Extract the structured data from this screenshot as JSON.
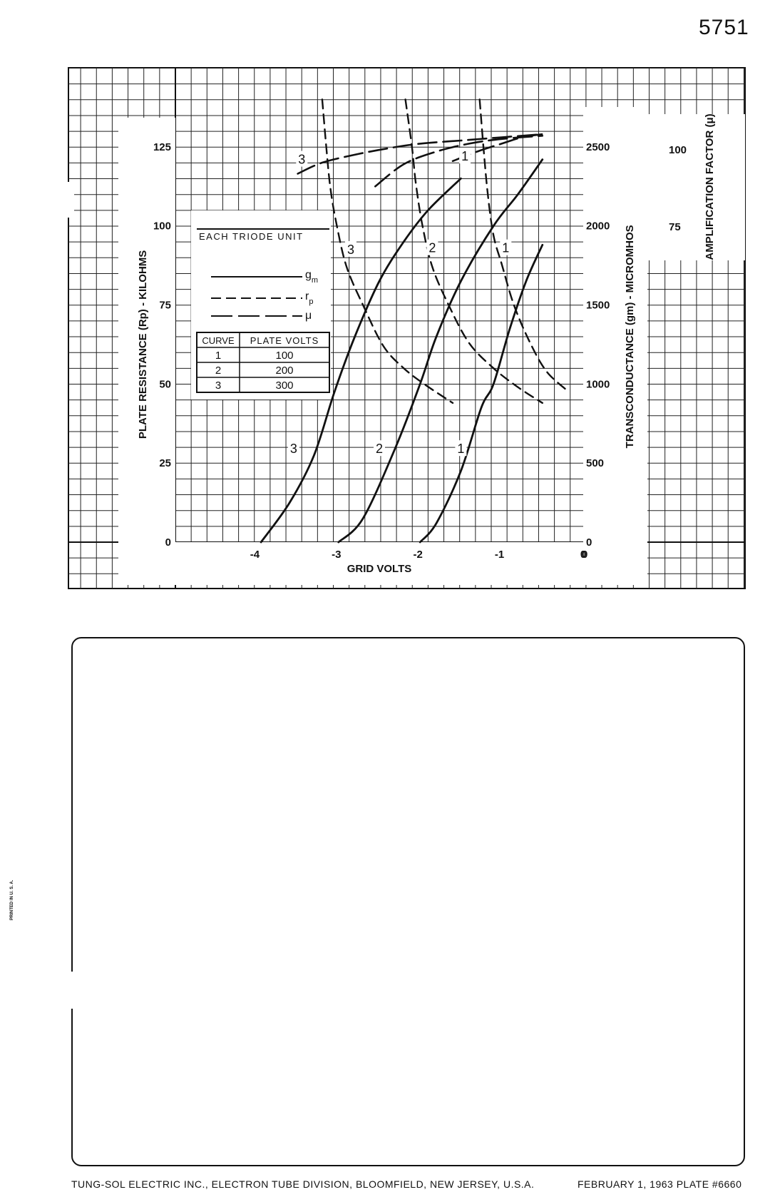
{
  "header": {
    "tube_number": "5751"
  },
  "chart_data": {
    "type": "line",
    "xlabel": "GRID VOLTS",
    "x_ticks": [
      -4,
      -3,
      -2,
      -1,
      0
    ],
    "xlim": [
      -5,
      0
    ],
    "y_left": {
      "label": "PLATE RESISTANCE (Rp) - KILOHMS",
      "ticks": [
        0,
        25,
        50,
        75,
        100,
        125
      ],
      "lim": [
        0,
        150
      ]
    },
    "y_mid": {
      "label": "TRANSCONDUCTANCE (gm) - MICROMHOS",
      "ticks": [
        0,
        500,
        1000,
        1500,
        2000,
        2500
      ],
      "lim": [
        0,
        3000
      ]
    },
    "y_right": {
      "label": "AMPLIFICATION FACTOR (μ)",
      "ticks": [
        75,
        100
      ]
    },
    "legend": {
      "title": "EACH TRIODE UNIT",
      "entries": [
        {
          "style": "solid",
          "symbol": "gm"
        },
        {
          "style": "dashed",
          "symbol": "rp"
        },
        {
          "style": "long-dash",
          "symbol": "μ"
        }
      ]
    },
    "curve_table": {
      "headers": [
        "CURVE",
        "PLATE VOLTS"
      ],
      "rows": [
        [
          "1",
          "100"
        ],
        [
          "2",
          "200"
        ],
        [
          "3",
          "300"
        ]
      ]
    },
    "series": [
      {
        "kind": "gm",
        "curve": "1",
        "x": [
          -2.0,
          -1.8,
          -1.5,
          -1.25,
          -1.1,
          -0.9,
          -0.7,
          -0.5
        ],
        "y": [
          0,
          120,
          450,
          850,
          1000,
          1350,
          1650,
          1880
        ]
      },
      {
        "kind": "gm",
        "curve": "2",
        "x": [
          -3.0,
          -2.7,
          -2.3,
          -2.0,
          -1.8,
          -1.5,
          -1.1,
          -0.8,
          -0.5
        ],
        "y": [
          0,
          150,
          600,
          1000,
          1300,
          1650,
          2000,
          2200,
          2420
        ]
      },
      {
        "kind": "gm",
        "curve": "3",
        "x": [
          -3.95,
          -3.6,
          -3.3,
          -3.05,
          -2.8,
          -2.5,
          -2.2,
          -1.9,
          -1.5
        ],
        "y": [
          0,
          250,
          550,
          950,
          1300,
          1650,
          1900,
          2100,
          2300
        ]
      },
      {
        "kind": "rp",
        "curve": "1",
        "x": [
          -1.27,
          -1.22,
          -1.17,
          -1.1,
          -1.0,
          -0.85,
          -0.65,
          -0.45,
          -0.2
        ],
        "y": [
          140,
          124,
          110,
          97,
          88,
          75,
          63,
          54,
          48
        ]
      },
      {
        "kind": "rp",
        "curve": "2",
        "x": [
          -2.18,
          -2.1,
          -2.05,
          -1.97,
          -1.85,
          -1.65,
          -1.4,
          -1.1,
          -0.8,
          -0.5
        ],
        "y": [
          140,
          125,
          113,
          100,
          87,
          75,
          63,
          55,
          49,
          44
        ]
      },
      {
        "kind": "rp",
        "curve": "3",
        "x": [
          -3.2,
          -3.15,
          -3.1,
          -3.02,
          -2.9,
          -2.7,
          -2.45,
          -2.2,
          -1.95,
          -1.6
        ],
        "y": [
          140,
          125,
          112,
          100,
          87,
          75,
          62,
          55,
          50,
          44
        ]
      },
      {
        "kind": "mu",
        "curve": "1",
        "x": [
          -1.6,
          -1.3,
          -1.0,
          -0.75,
          -0.5
        ],
        "y": [
          2410,
          2470,
          2520,
          2560,
          2580
        ]
      },
      {
        "kind": "mu",
        "curve": "2",
        "x": [
          -2.55,
          -2.2,
          -1.8,
          -1.4,
          -1.0,
          -0.5
        ],
        "y": [
          2250,
          2390,
          2470,
          2520,
          2550,
          2570
        ]
      },
      {
        "kind": "mu",
        "curve": "3",
        "x": [
          -3.5,
          -3.2,
          -2.8,
          -2.4,
          -2.0,
          -1.5,
          -1.0,
          -0.5
        ],
        "y": [
          2330,
          2400,
          2450,
          2490,
          2520,
          2540,
          2560,
          2580
        ]
      }
    ],
    "annotations": [
      {
        "text": "3",
        "x": -3.45,
        "y": 2420
      },
      {
        "text": "1",
        "x": -1.45,
        "y": 2440
      },
      {
        "text": "3",
        "x": -2.85,
        "y": 1850
      },
      {
        "text": "2",
        "x": -1.85,
        "y": 1860
      },
      {
        "text": "1",
        "x": -0.95,
        "y": 1860
      },
      {
        "text": "3",
        "x": -3.55,
        "y": 590
      },
      {
        "text": "2",
        "x": -2.5,
        "y": 590
      },
      {
        "text": "1",
        "x": -1.5,
        "y": 590
      }
    ]
  },
  "footer": {
    "left": "TUNG-SOL ELECTRIC INC., ELECTRON TUBE DIVISION, BLOOMFIELD, NEW JERSEY, U.S.A.",
    "right": "FEBRUARY 1, 1963 PLATE #6660",
    "side_note": "PRINTED IN U. S. A."
  }
}
